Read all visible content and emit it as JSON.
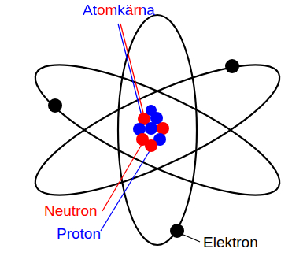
{
  "diagram": {
    "labels": [
      "Atomkärna",
      "Neutron",
      "Proton",
      "Elektron"
    ]
  }
}
